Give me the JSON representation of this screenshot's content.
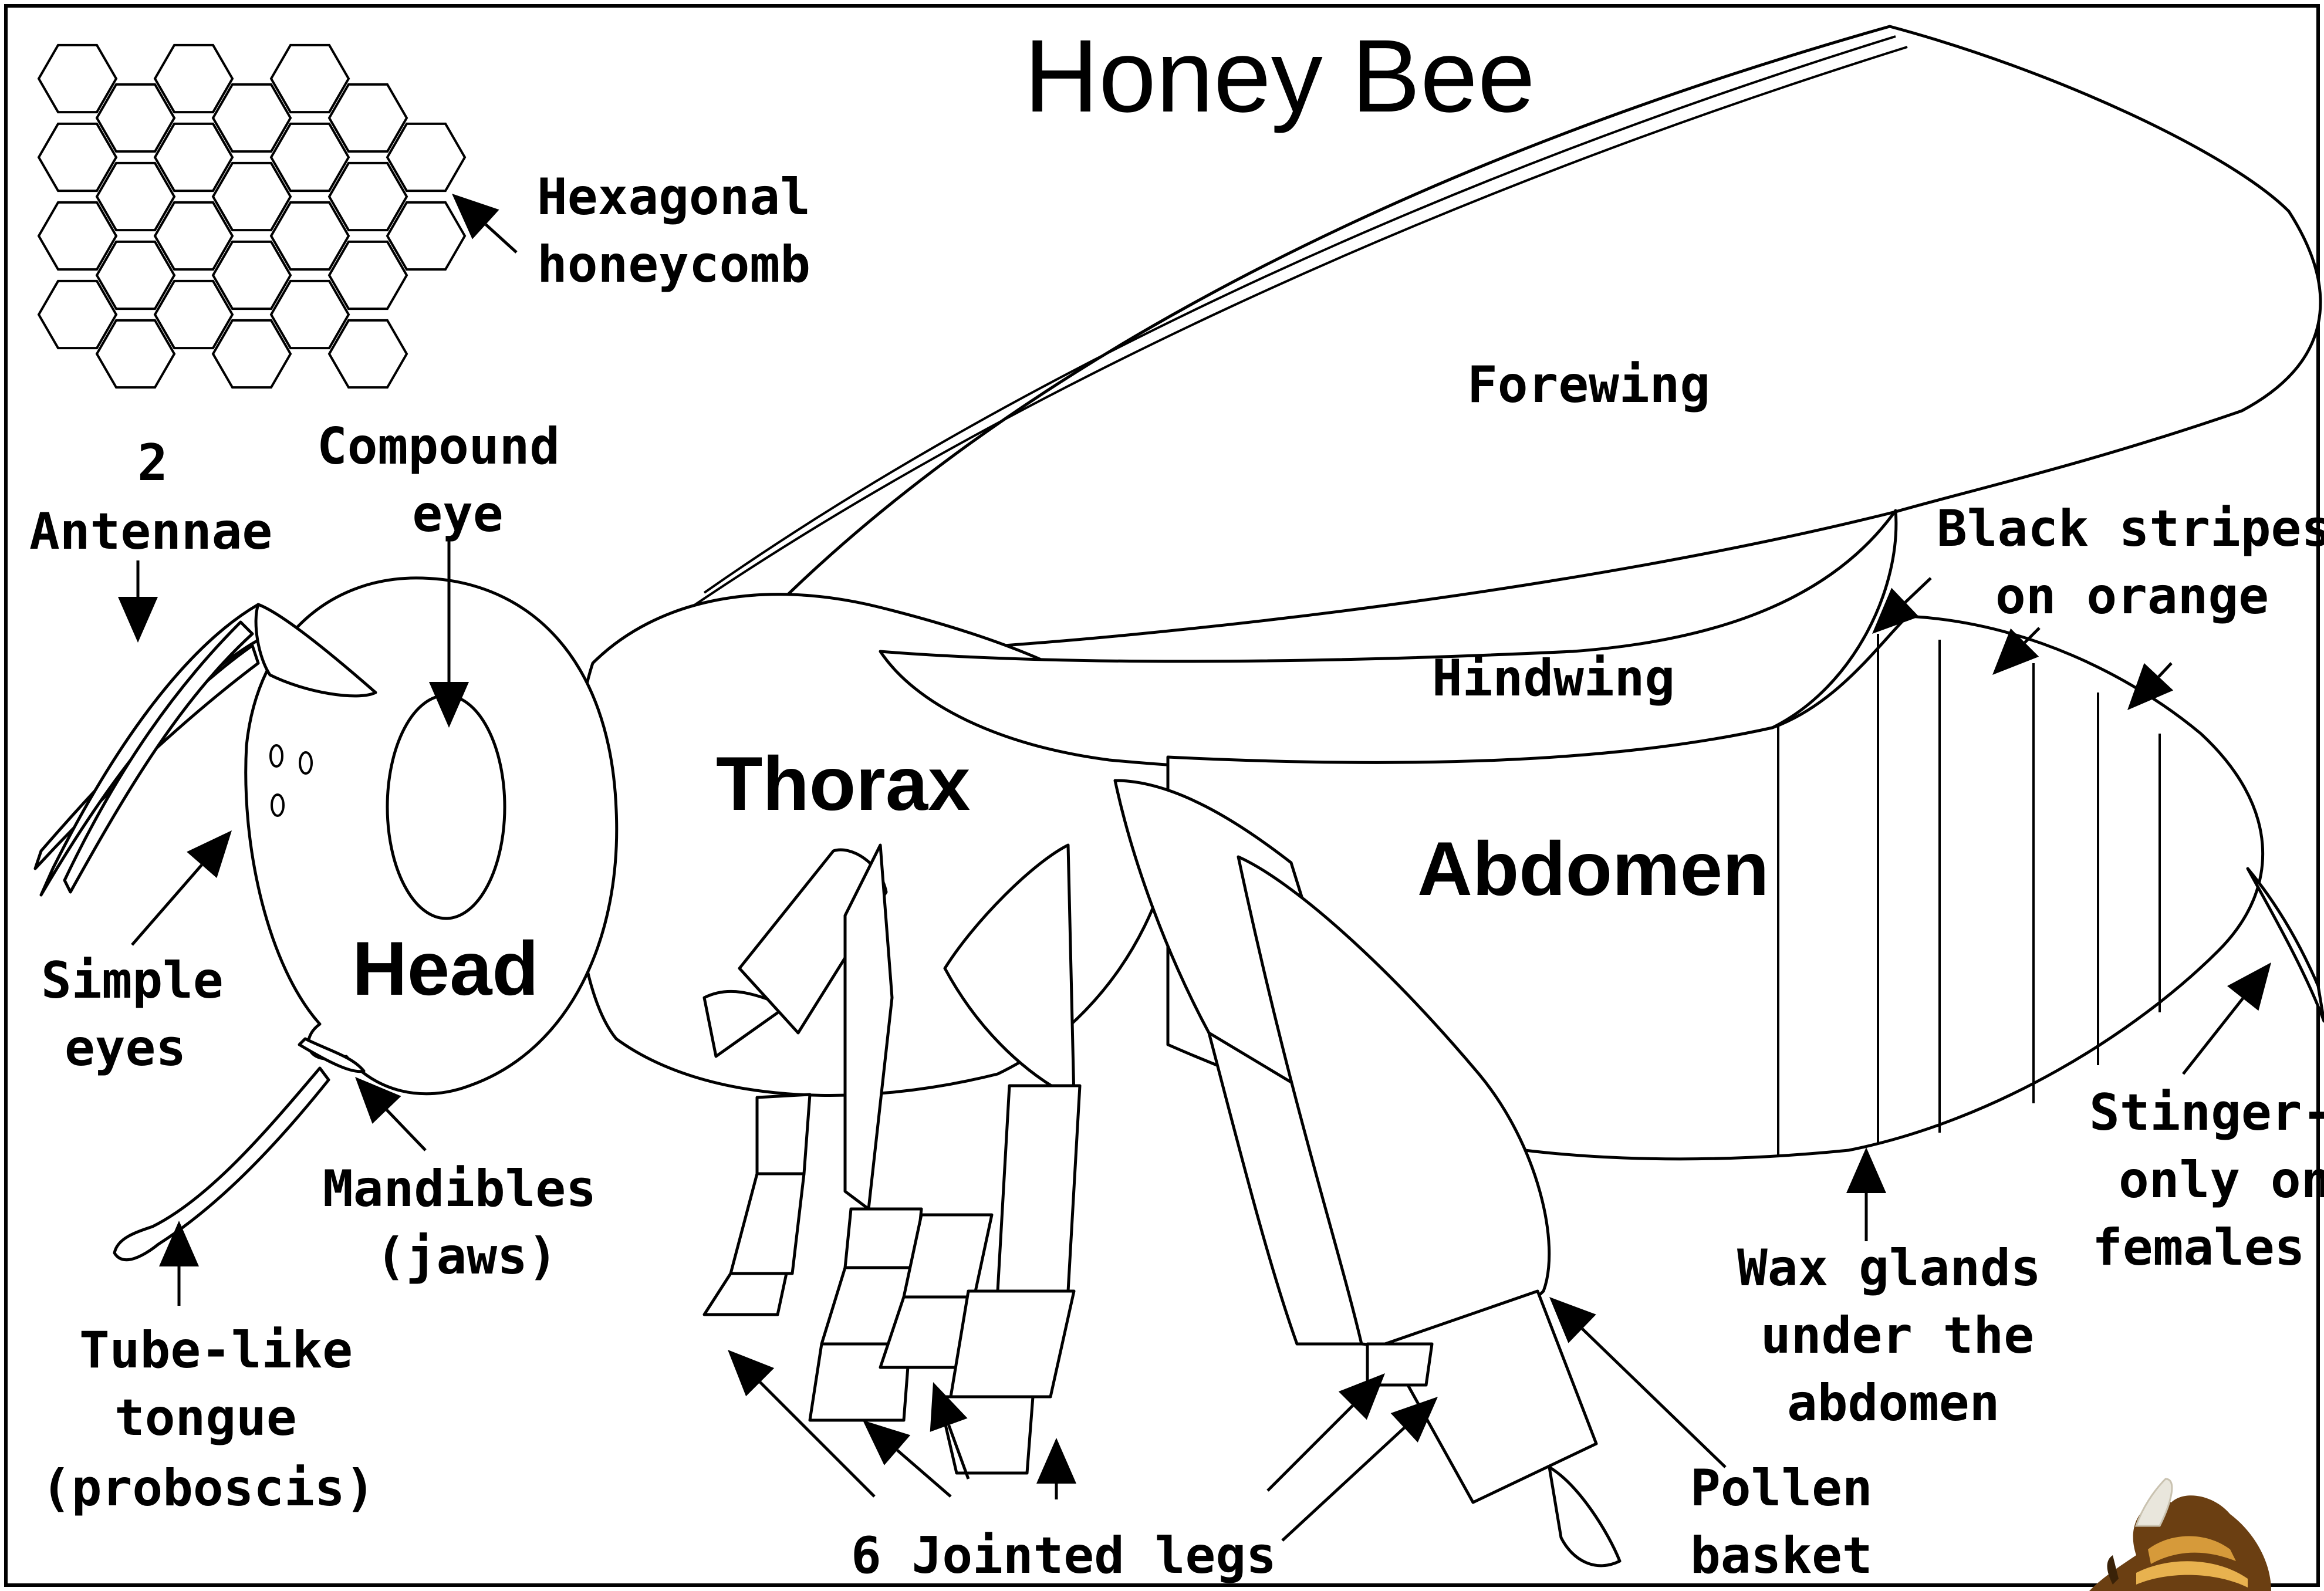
{
  "title": "Honey Bee",
  "labels": {
    "honeycomb": [
      "Hexagonal",
      "honeycomb"
    ],
    "antennae": [
      "2",
      "Antennae"
    ],
    "compound_eye": [
      "Compound",
      "eye"
    ],
    "simple_eyes": [
      "Simple",
      "eyes"
    ],
    "head": "Head",
    "thorax": "Thorax",
    "abdomen": "Abdomen",
    "forewing": "Forewing",
    "hindwing": "Hindwing",
    "stripes": [
      "Black stripes",
      "on orange"
    ],
    "mandibles": [
      "Mandibles",
      "(jaws)"
    ],
    "tongue": [
      "Tube-like",
      "tongue",
      "(proboscis)"
    ],
    "legs": "6 Jointed legs",
    "wax_glands": [
      "Wax glands",
      "under the",
      "abdomen"
    ],
    "pollen_basket": [
      "Pollen",
      "basket"
    ],
    "stinger": [
      "Stinger-",
      "only on",
      "females"
    ]
  }
}
